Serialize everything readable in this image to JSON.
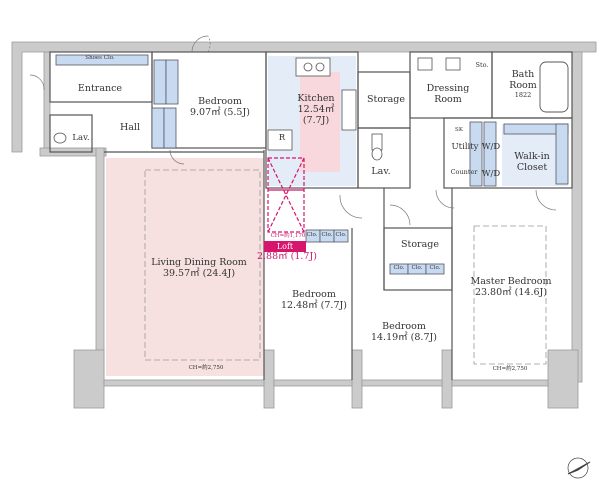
{
  "rooms": {
    "entrance": "Entrance",
    "shoes_closet": "Shoes Clo.",
    "hall": "Hall",
    "lav_entry": "Lav.",
    "bedroom1": {
      "name": "Bedroom",
      "area": "9.07㎡ (5.5J)"
    },
    "kitchen": {
      "name": "Kitchen",
      "area": "12.54㎡",
      "tatami": "(7.7J)"
    },
    "refrigerator": "R",
    "storage_top": "Storage",
    "lav_mid": "Lav.",
    "dressing": {
      "line1": "Dressing",
      "line2": "Room"
    },
    "sto": "Sto.",
    "bath": {
      "line1": "Bath",
      "line2": "Room",
      "size": "1822"
    },
    "utility": "Utility",
    "washer_top": "W/D",
    "washer_bottom": "W/D",
    "counter": "Counter",
    "sk": "SK",
    "walk_in": {
      "line1": "Walk-in",
      "line2": "Closet"
    },
    "living": {
      "name": "Living Dining Room",
      "area": "39.57㎡ (24.4J)"
    },
    "loft": {
      "label": "Loft",
      "area": "2.88㎡ (1.7J)",
      "ch": "CH=約1,170"
    },
    "bedroom2": {
      "name": "Bedroom",
      "area": "12.48㎡ (7.7J)"
    },
    "storage_mid": "Storage",
    "bedroom3": {
      "name": "Bedroom",
      "area": "14.19㎡ (8.7J)"
    },
    "master": {
      "name": "Master Bedroom",
      "area": "23.80㎡ (14.6J)"
    },
    "closet_label": "Clo.",
    "ch_living": "CH=約2,750",
    "ch_master": "CH=約2,750"
  },
  "colors": {
    "wall": "#c9c9c9",
    "wall_line": "#9a9a9a",
    "living_floor": "#f7e0e0",
    "kitchen_floor": "#dfe9f5",
    "kitchen_pink": "#f8d8dd",
    "closet_blue": "#c8daf0",
    "loft_magenta": "#d6156d"
  }
}
